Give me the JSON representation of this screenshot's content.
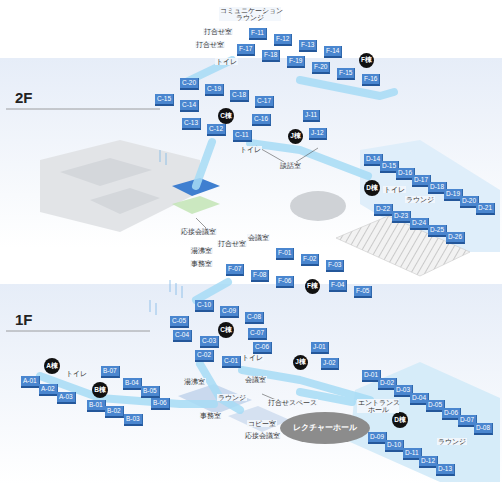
{
  "diagram": {
    "nodes": [
      {
        "text": [
          "F-11"
        ]
      },
      {
        "text": [
          "F-12"
        ]
      },
      {
        "text": [
          "F-13"
        ]
      },
      {
        "text": [
          "F-14"
        ]
      },
      {
        "text": [
          "F-17"
        ]
      },
      {
        "text": [
          "F-18"
        ]
      },
      {
        "text": [
          "F-19"
        ]
      },
      {
        "text": [
          "F-20"
        ]
      },
      {
        "text": [
          "F-15"
        ]
      },
      {
        "text": [
          "F-16"
        ]
      },
      {
        "text": [
          "F棟"
        ]
      },
      {
        "text": [
          "C-20"
        ]
      },
      {
        "text": [
          "C-19"
        ]
      },
      {
        "text": [
          "C-18"
        ]
      },
      {
        "text": [
          "C-17"
        ]
      },
      {
        "text": [
          "C-15"
        ]
      },
      {
        "text": [
          "C-14"
        ]
      },
      {
        "text": [
          "C棟"
        ]
      },
      {
        "text": [
          "C-16"
        ]
      },
      {
        "text": [
          "C-13"
        ]
      },
      {
        "text": [
          "C-12"
        ]
      },
      {
        "text": [
          "C-11"
        ]
      },
      {
        "text": [
          "J-11"
        ]
      },
      {
        "text": [
          "J棟"
        ]
      },
      {
        "text": [
          "J-12"
        ]
      },
      {
        "text": [
          "D-14"
        ]
      },
      {
        "text": [
          "D-15"
        ]
      },
      {
        "text": [
          "D-16"
        ]
      },
      {
        "text": [
          "D-17"
        ]
      },
      {
        "text": [
          "D-18"
        ]
      },
      {
        "text": [
          "D-19"
        ]
      },
      {
        "text": [
          "D-20"
        ]
      },
      {
        "text": [
          "D-21"
        ]
      },
      {
        "text": [
          "D棟"
        ]
      },
      {
        "text": [
          "D-22"
        ]
      },
      {
        "text": [
          "D-23"
        ]
      },
      {
        "text": [
          "D-24"
        ]
      },
      {
        "text": [
          "D-25"
        ]
      },
      {
        "text": [
          "D-26"
        ]
      },
      {
        "text": [
          "F-01"
        ]
      },
      {
        "text": [
          "F-02"
        ]
      },
      {
        "text": [
          "F-03"
        ]
      },
      {
        "text": [
          "F-07"
        ]
      },
      {
        "text": [
          "F-08"
        ]
      },
      {
        "text": [
          "F-06"
        ]
      },
      {
        "text": [
          "F棟"
        ]
      },
      {
        "text": [
          "F-04"
        ]
      },
      {
        "text": [
          "F-05"
        ]
      },
      {
        "text": [
          "C-10"
        ]
      },
      {
        "text": [
          "C-09"
        ]
      },
      {
        "text": [
          "C-08"
        ]
      },
      {
        "text": [
          "C-05"
        ]
      },
      {
        "text": [
          "C棟"
        ]
      },
      {
        "text": [
          "C-07"
        ]
      },
      {
        "text": [
          "C-04"
        ]
      },
      {
        "text": [
          "C-03"
        ]
      },
      {
        "text": [
          "C-06"
        ]
      },
      {
        "text": [
          "C-02"
        ]
      },
      {
        "text": [
          "C-01"
        ]
      },
      {
        "text": [
          "J-01"
        ]
      },
      {
        "text": [
          "J棟"
        ]
      },
      {
        "text": [
          "J-02"
        ]
      },
      {
        "text": [
          "A棟"
        ]
      },
      {
        "text": [
          "A-01"
        ]
      },
      {
        "text": [
          "A-02"
        ]
      },
      {
        "text": [
          "A-03"
        ]
      },
      {
        "text": [
          "B-07"
        ]
      },
      {
        "text": [
          "B棟"
        ]
      },
      {
        "text": [
          "B-04"
        ]
      },
      {
        "text": [
          "B-05"
        ]
      },
      {
        "text": [
          "B-01"
        ]
      },
      {
        "text": [
          "B-02"
        ]
      },
      {
        "text": [
          "B-06"
        ]
      },
      {
        "text": [
          "B-03"
        ]
      },
      {
        "text": [
          "レクチャーホール"
        ]
      },
      {
        "text": [
          "D-01"
        ]
      },
      {
        "text": [
          "D-02"
        ]
      },
      {
        "text": [
          "D-03"
        ]
      },
      {
        "text": [
          "D-04"
        ]
      },
      {
        "text": [
          "D-05"
        ]
      },
      {
        "text": [
          "D-06"
        ]
      },
      {
        "text": [
          "D-07"
        ]
      },
      {
        "text": [
          "D-08"
        ]
      },
      {
        "text": [
          "D棟"
        ]
      },
      {
        "text": [
          "D-09"
        ]
      },
      {
        "text": [
          "D-10"
        ]
      },
      {
        "text": [
          "D-11"
        ]
      },
      {
        "text": [
          "D-12"
        ]
      },
      {
        "text": [
          "D-13"
        ]
      }
    ],
    "labels": [
      "コミュニケーション ラウンジ",
      "打合せ室",
      "打合せ室",
      "トイレ",
      "2F",
      "トイレ",
      "談話室",
      "応接会議室",
      "トイレ",
      "ラウンジ",
      "湯沸室",
      "打合せ室",
      "会議室",
      "事務室",
      "1F",
      "トイレ",
      "トイレ",
      "湯沸室",
      "会議室",
      "ラウンジ",
      "打合せスペース",
      "事務室",
      "コピー室",
      "応接会議室",
      "エントランス ホール",
      "ラウンジ"
    ]
  }
}
